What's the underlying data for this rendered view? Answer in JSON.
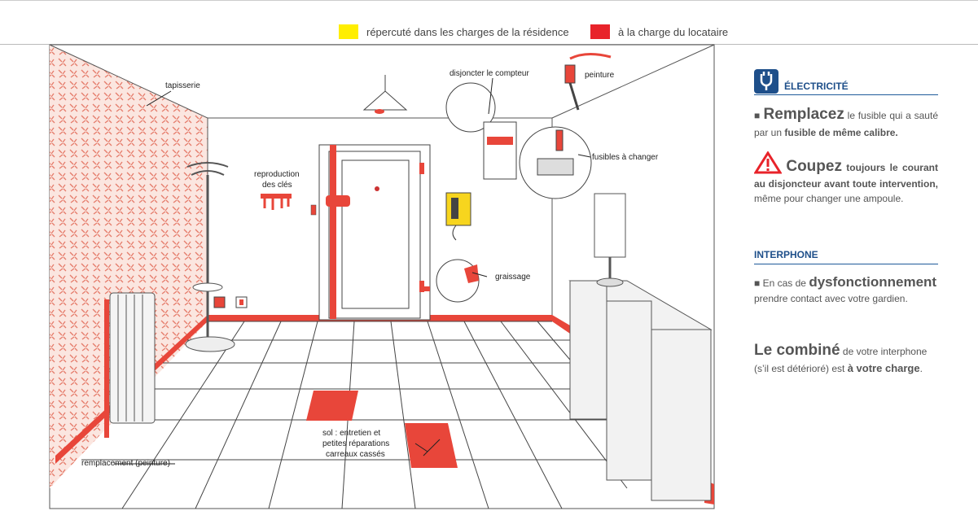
{
  "legend": {
    "yellow_label": "répercuté dans les charges de la résidence",
    "red_label": "à la charge du locataire",
    "yellow_color": "#ffee00",
    "red_color": "#e8232a"
  },
  "labels": {
    "tapisserie": "tapisserie",
    "disjoncter": "disjoncter le compteur",
    "peinture": "peinture",
    "reproduction_1": "reproduction",
    "reproduction_2": "des clés",
    "fusibles": "fusibles à changer",
    "graissage": "graissage",
    "sol_1": "sol : entretien et",
    "sol_2": "petites réparations",
    "sol_3": "carreaux cassés",
    "remplacement": "remplacement (peinture)"
  },
  "electricite": {
    "title": "ÉLECTRICITÉ",
    "p1_big": "Remplacez",
    "p1_text": "le fusible qui a sauté par un",
    "p1_bold": "fusible de même calibre.",
    "p2_big": "Coupez",
    "p2_bold_a": "toujours le courant au disjoncteur avant toute intervention,",
    "p2_text": "même pour changer une ampoule."
  },
  "interphone": {
    "title": "INTERPHONE",
    "p1_text_a": "En cas de",
    "p1_big": "dysfonctionnement",
    "p1_text_b": "prendre contact avec votre gardien.",
    "p2_big": "Le combiné",
    "p2_text_a": "de votre interphone (s’il est détérioré) est",
    "p2_bold": "à votre charge",
    "p2_text_b": "."
  }
}
